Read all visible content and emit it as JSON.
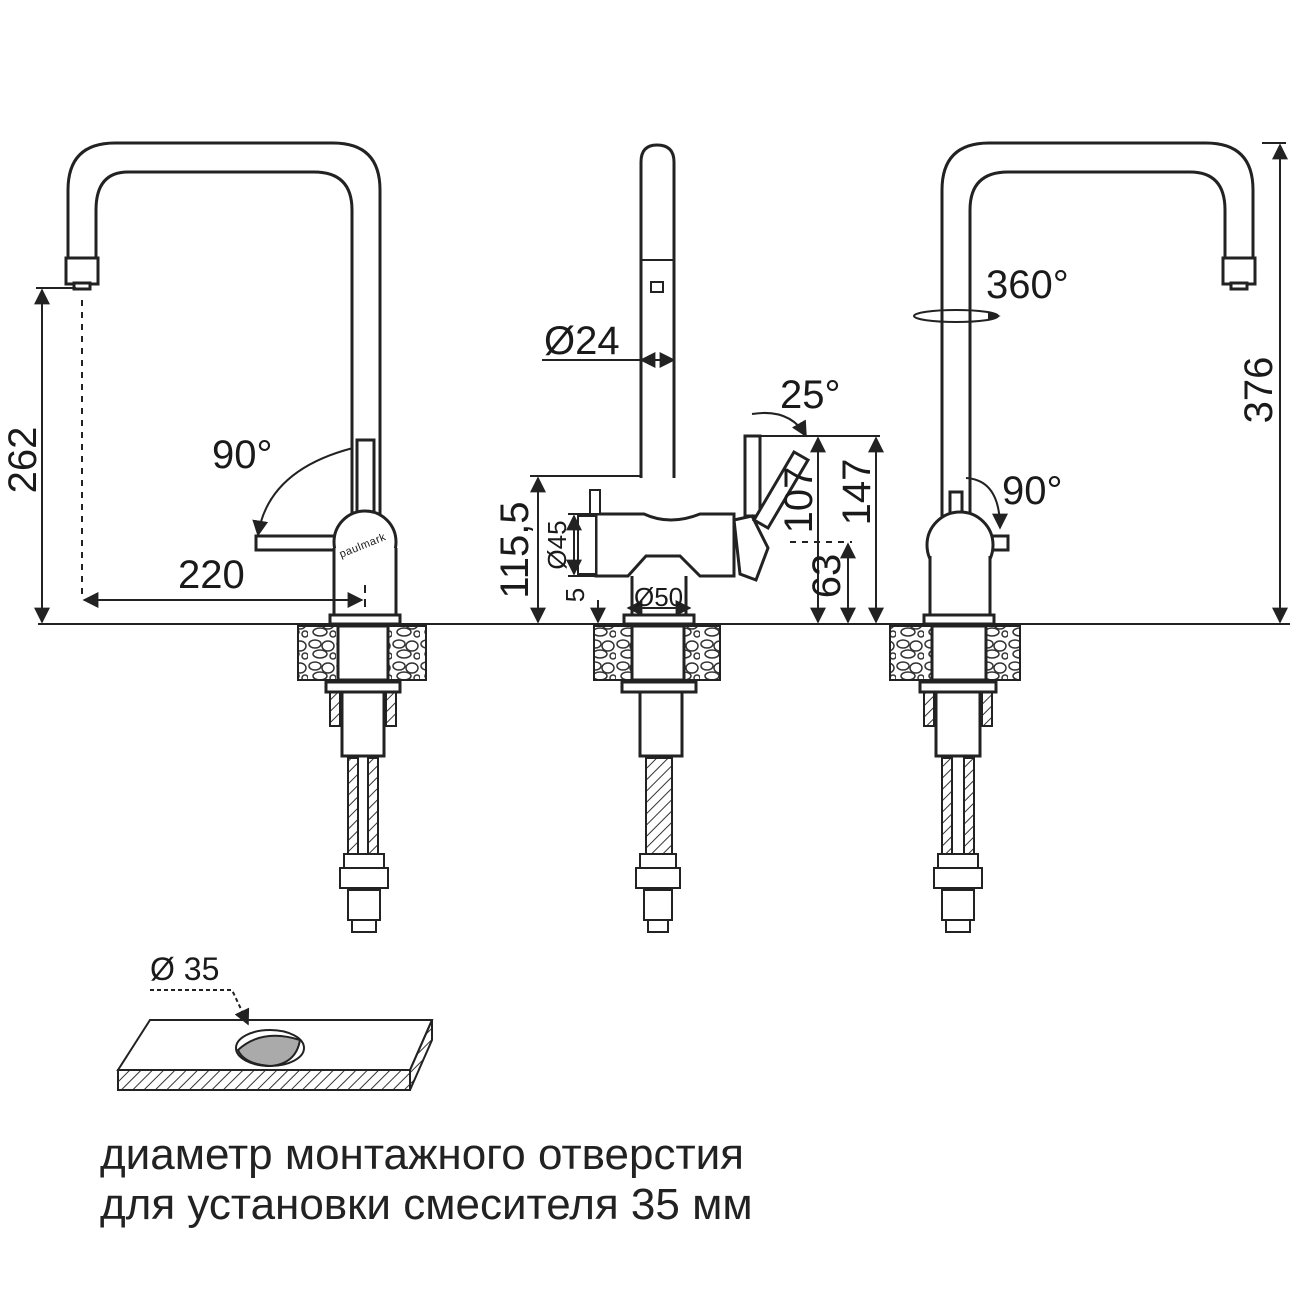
{
  "dimensions": {
    "spout_height": "262",
    "lever_angle_left": "90°",
    "spout_reach": "220",
    "spout_diameter": "Ø24",
    "lever_tilt": "25°",
    "body_height": "115,5",
    "body_diameter": "Ø45",
    "base_diameter": "Ø50",
    "base_gap": "5",
    "lever_height": "107",
    "lever_top_height": "147",
    "side_lever_height": "63",
    "rotation": "360°",
    "total_height": "376",
    "lever_angle_right": "90°"
  },
  "brand": "paulmark",
  "hole": {
    "diameter_label": "Ø 35"
  },
  "caption": {
    "line1": "диаметр монтажного отверстия",
    "line2": "для установки смесителя 35 мм"
  }
}
